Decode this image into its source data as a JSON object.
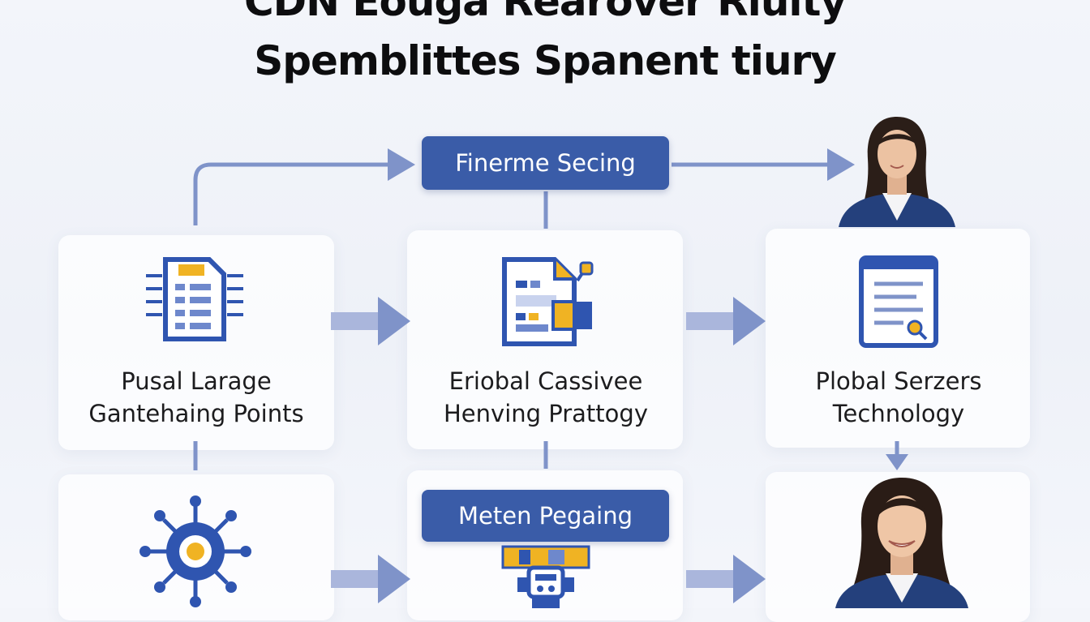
{
  "title": {
    "line1": "CDN Eouga Rearover Riuity",
    "line2": "Spemblittes Spanent tiury"
  },
  "pills": {
    "top": "Finerme Secing",
    "bottom": "Meten Pegaing"
  },
  "nodes": {
    "left": {
      "line1": "Pusal Larage",
      "line2": "Gantehaing Points"
    },
    "center": {
      "line1": "Eriobal Cassivee",
      "line2": "Henving Prattogy"
    },
    "right": {
      "line1": "Plobal Serzers",
      "line2": "Technology"
    }
  },
  "colors": {
    "accent": "#3a5ca8",
    "arrow": "#7f93c9",
    "icon_gold": "#f0b323",
    "icon_blue": "#2f55b0"
  }
}
